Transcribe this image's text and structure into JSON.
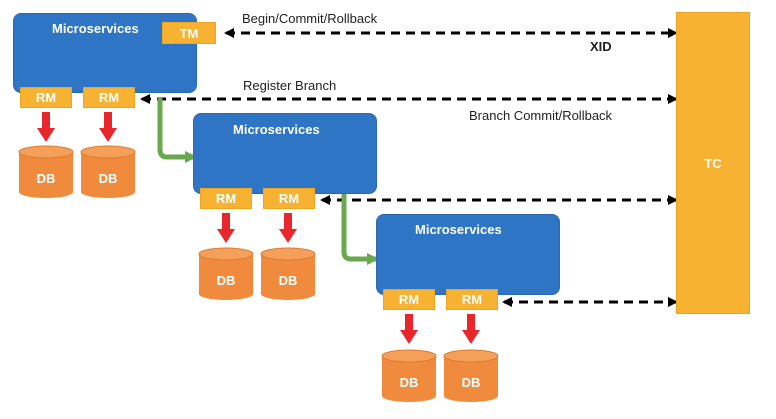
{
  "labels": {
    "microservices": "Microservices",
    "tm": "TM",
    "rm": "RM",
    "db": "DB",
    "tc": "TC",
    "begin_commit_rollback": "Begin/Commit/Rollback",
    "xid": "XID",
    "register_branch": "Register Branch",
    "branch_commit_rollback": "Branch Commit/Rollback"
  },
  "colors": {
    "service_blue": "#2f75c6",
    "component_orange": "#f6b230",
    "db_orange": "#f08a3c",
    "db_arrow_red": "#e8262b",
    "call_arrow_green": "#6aa84f",
    "dashed_arrow_black": "#000000"
  }
}
